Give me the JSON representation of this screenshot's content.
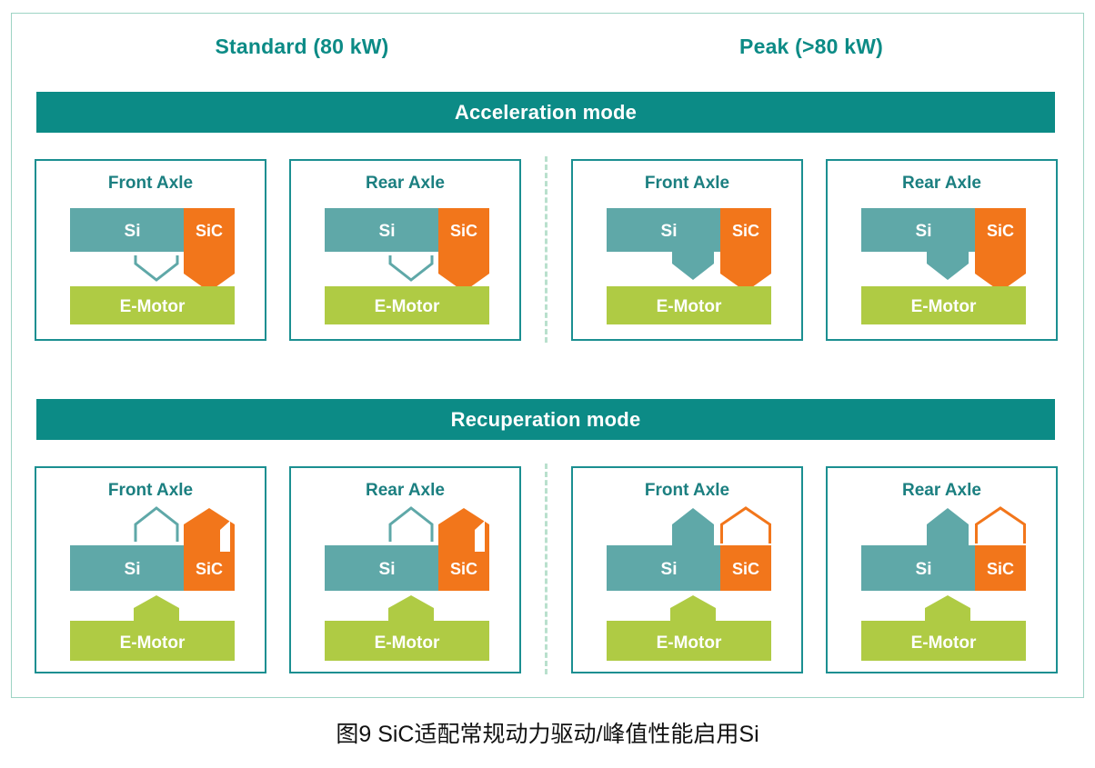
{
  "figure": {
    "caption": "图9  SiC适配常规动力驱动/峰值性能启用Si"
  },
  "columns": [
    {
      "id": "standard",
      "label": "Standard (80 kW)"
    },
    {
      "id": "peak",
      "label": "Peak (>80 kW)"
    }
  ],
  "modes": [
    {
      "id": "acceleration",
      "label": "Acceleration mode",
      "flow": "down"
    },
    {
      "id": "recuperation",
      "label": "Recuperation mode",
      "flow": "up"
    }
  ],
  "blocks": {
    "si": "Si",
    "sic": "SiC",
    "motor": "E-Motor"
  },
  "colors": {
    "teal_banner": "#0c8b86",
    "teal_title": "#1b7f80",
    "panel_border": "#1b8f91",
    "si_fill": "#5fa8a8",
    "sic_fill": "#f2761b",
    "motor_fill": "#afcb44",
    "divider": "#b9e0cd",
    "frame": "#9ed4c4",
    "white": "#ffffff"
  },
  "panels": [
    {
      "id": "accel-standard-front",
      "mode": "acceleration",
      "column": "standard",
      "axle_label": "Front Axle",
      "si_arrow": "hollow",
      "sic_arrow": "filled",
      "motor_arrow": "none"
    },
    {
      "id": "accel-standard-rear",
      "mode": "acceleration",
      "column": "standard",
      "axle_label": "Rear Axle",
      "si_arrow": "hollow",
      "sic_arrow": "filled",
      "motor_arrow": "none"
    },
    {
      "id": "accel-peak-front",
      "mode": "acceleration",
      "column": "peak",
      "axle_label": "Front Axle",
      "si_arrow": "filled",
      "sic_arrow": "filled",
      "motor_arrow": "none"
    },
    {
      "id": "accel-peak-rear",
      "mode": "acceleration",
      "column": "peak",
      "axle_label": "Rear Axle",
      "si_arrow": "filled",
      "sic_arrow": "filled",
      "motor_arrow": "none"
    },
    {
      "id": "recup-standard-front",
      "mode": "recuperation",
      "column": "standard",
      "axle_label": "Front Axle",
      "si_arrow": "hollow",
      "sic_arrow": "filled",
      "motor_arrow": "filled"
    },
    {
      "id": "recup-standard-rear",
      "mode": "recuperation",
      "column": "standard",
      "axle_label": "Rear Axle",
      "si_arrow": "hollow",
      "sic_arrow": "filled",
      "motor_arrow": "filled"
    },
    {
      "id": "recup-peak-front",
      "mode": "recuperation",
      "column": "peak",
      "axle_label": "Front Axle",
      "si_arrow": "filled",
      "sic_arrow": "hollow",
      "motor_arrow": "filled"
    },
    {
      "id": "recup-peak-rear",
      "mode": "recuperation",
      "column": "peak",
      "axle_label": "Rear Axle",
      "si_arrow": "filled",
      "sic_arrow": "hollow",
      "motor_arrow": "filled"
    }
  ]
}
